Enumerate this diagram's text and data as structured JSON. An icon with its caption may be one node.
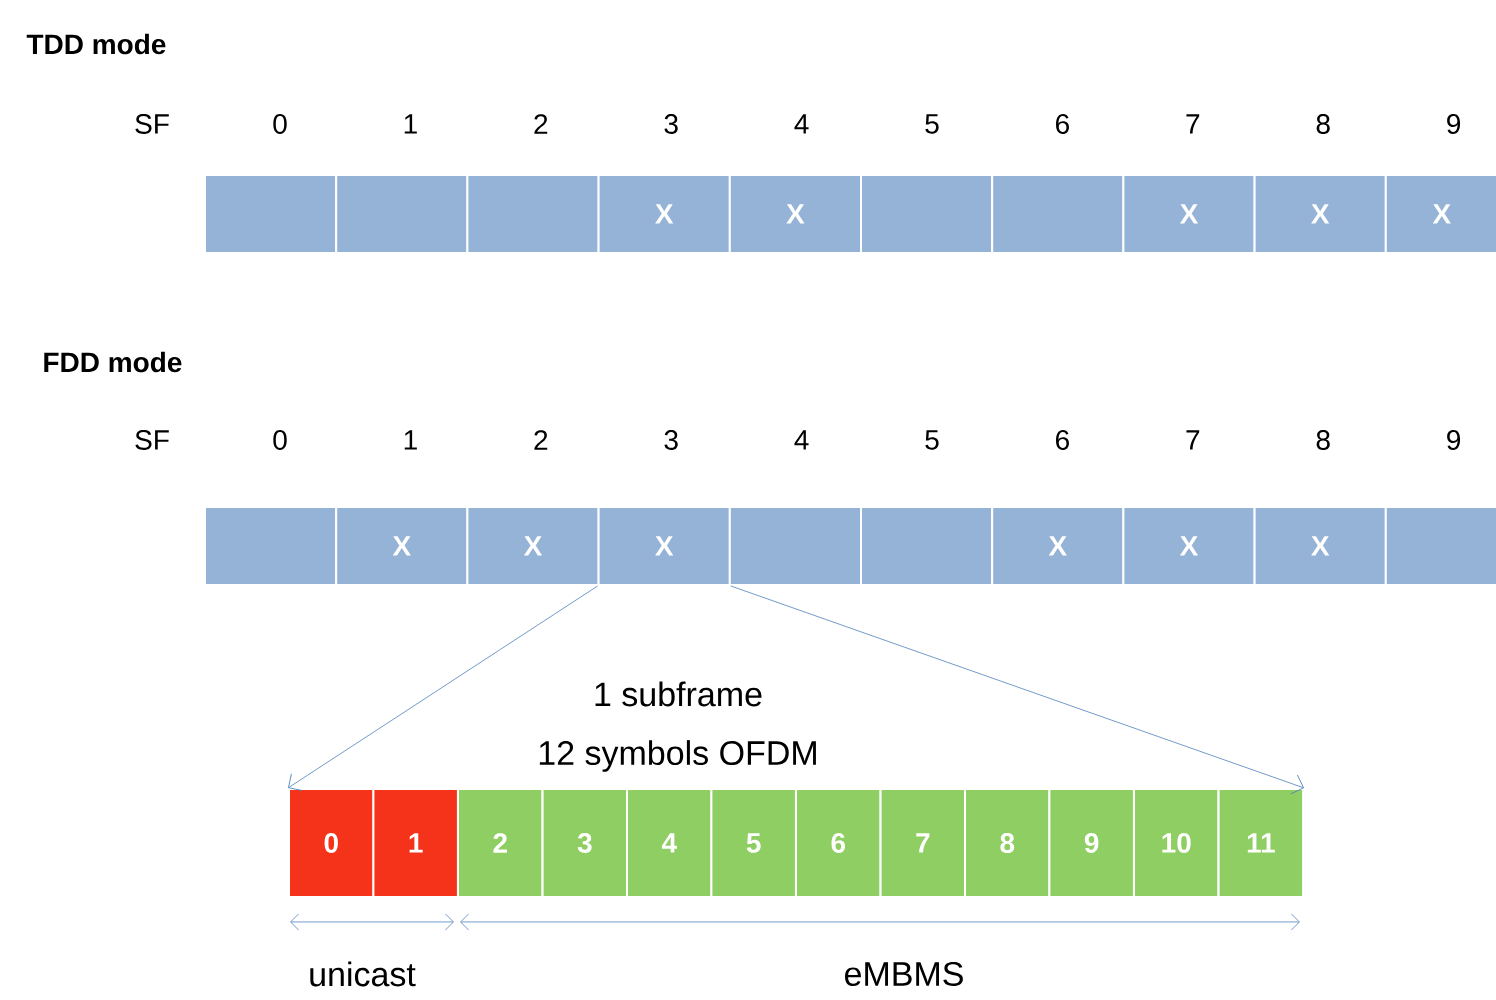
{
  "diagram": {
    "nodes": [
      {
        "text": [],
        "shape": "box"
      },
      {
        "text": [],
        "shape": "box"
      },
      {
        "text": [],
        "shape": "box"
      },
      {
        "text": [
          "X"
        ]
      },
      {
        "text": [
          "X"
        ]
      },
      {
        "text": [],
        "shape": "box"
      },
      {
        "text": [],
        "shape": "box"
      },
      {
        "text": [
          "X"
        ]
      },
      {
        "text": [
          "X"
        ]
      },
      {
        "text": [
          "X"
        ]
      },
      {
        "text": [],
        "shape": "box"
      },
      {
        "text": [
          "X"
        ]
      },
      {
        "text": [
          "X"
        ]
      },
      {
        "text": [
          "X"
        ]
      },
      {
        "text": [],
        "shape": "box"
      },
      {
        "text": [],
        "shape": "box"
      },
      {
        "text": [
          "X"
        ]
      },
      {
        "text": [
          "X"
        ]
      },
      {
        "text": [
          "X"
        ]
      },
      {
        "text": [],
        "shape": "box"
      },
      {
        "text": [
          "0"
        ]
      },
      {
        "text": [
          "1"
        ]
      },
      {
        "text": [
          "2"
        ]
      },
      {
        "text": [
          "3"
        ]
      },
      {
        "text": [
          "4"
        ]
      },
      {
        "text": [
          "5"
        ]
      },
      {
        "text": [
          "6"
        ]
      },
      {
        "text": [
          "7"
        ]
      },
      {
        "text": [
          "8"
        ]
      },
      {
        "text": [
          "9"
        ]
      },
      {
        "text": [
          "10"
        ]
      },
      {
        "text": [
          "11"
        ]
      }
    ],
    "edges": [
      {
        "from": 13,
        "to": 20,
        "arrow": "to"
      },
      {
        "from": 13,
        "to": 31,
        "arrow": "to"
      }
    ],
    "labels": [
      "TDD mode",
      "SF",
      "0",
      "1",
      "2",
      "3",
      "4",
      "5",
      "6",
      "7",
      "8",
      "9",
      "FDD mode",
      "SF",
      "0",
      "1",
      "2",
      "3",
      "4",
      "5",
      "6",
      "7",
      "8",
      "9",
      "1 subframe",
      "12 symbols OFDM",
      "unicast",
      "eMBMS"
    ]
  }
}
